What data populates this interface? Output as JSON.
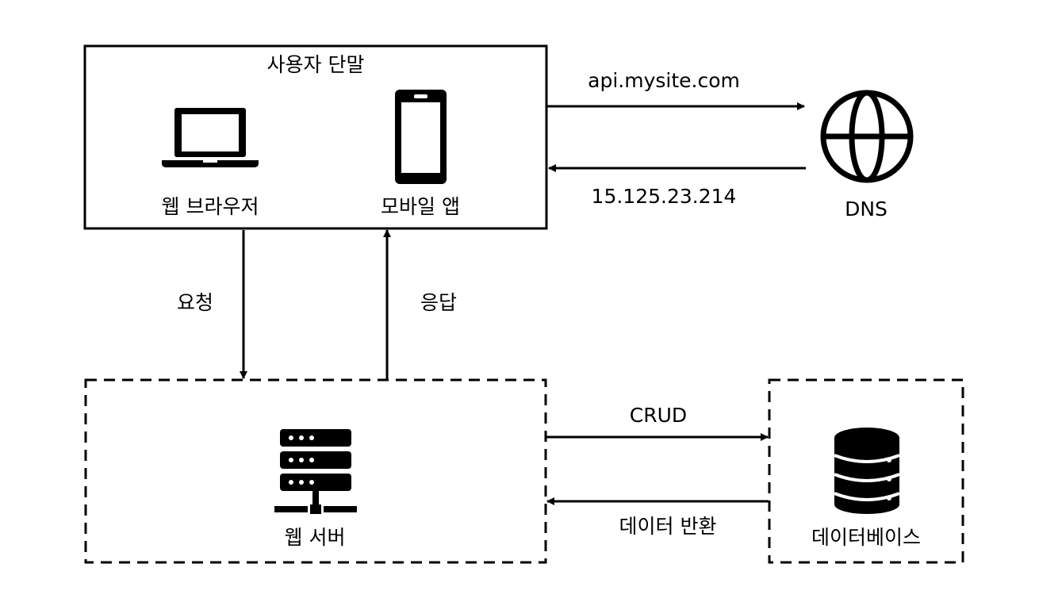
{
  "user_terminal": {
    "title": "사용자 단말",
    "web_browser_label": "웹 브라우저",
    "mobile_app_label": "모바일 앱"
  },
  "dns": {
    "label": "DNS",
    "request_label": "api.mysite.com",
    "response_label": "15.125.23.214"
  },
  "http": {
    "request_label": "요청",
    "response_label": "응답"
  },
  "web_server": {
    "label": "웹 서버"
  },
  "database": {
    "label": "데이터베이스",
    "crud_label": "CRUD",
    "return_label": "데이터 반환"
  },
  "icons": {
    "laptop": "laptop-icon",
    "phone": "smartphone-icon",
    "globe": "globe-icon",
    "server": "server-icon",
    "database": "database-icon"
  }
}
